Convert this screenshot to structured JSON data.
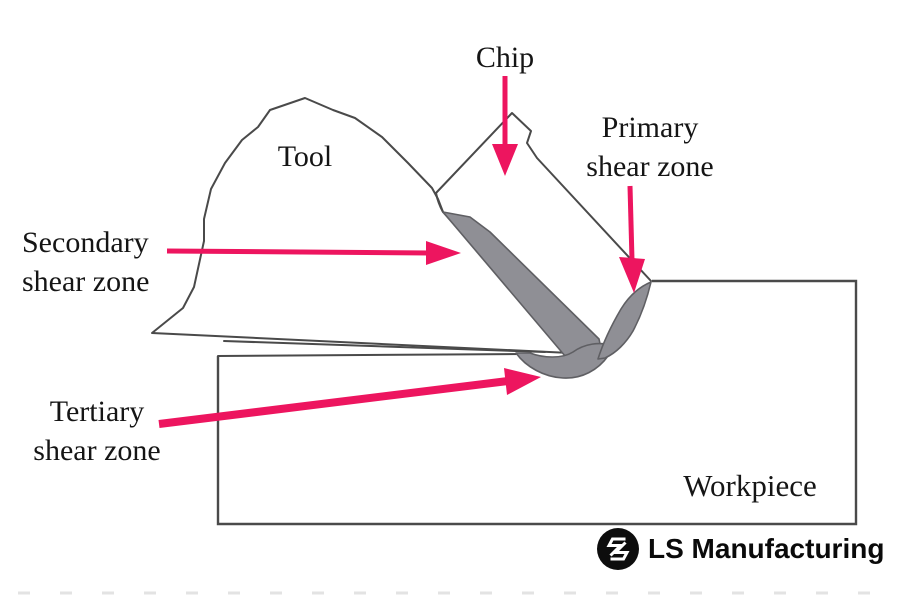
{
  "diagram": {
    "labels": {
      "chip": "Chip",
      "tool": "Tool",
      "workpiece": "Workpiece",
      "primary": {
        "line1": "Primary",
        "line2": "shear zone"
      },
      "secondary": {
        "line1": "Secondary",
        "line2": "shear zone"
      },
      "tertiary": {
        "line1": "Tertiary",
        "line2": "shear zone"
      }
    }
  },
  "branding": {
    "name": "LS Manufacturing",
    "logo_icon": "ls-monogram-icon"
  },
  "colors": {
    "background": "#ffffff",
    "line": "#4a4a4a",
    "zone_fill": "#8f8f95",
    "zone_edge": "#5f5f63",
    "arrow": "#ed155f",
    "text": "#151515"
  }
}
